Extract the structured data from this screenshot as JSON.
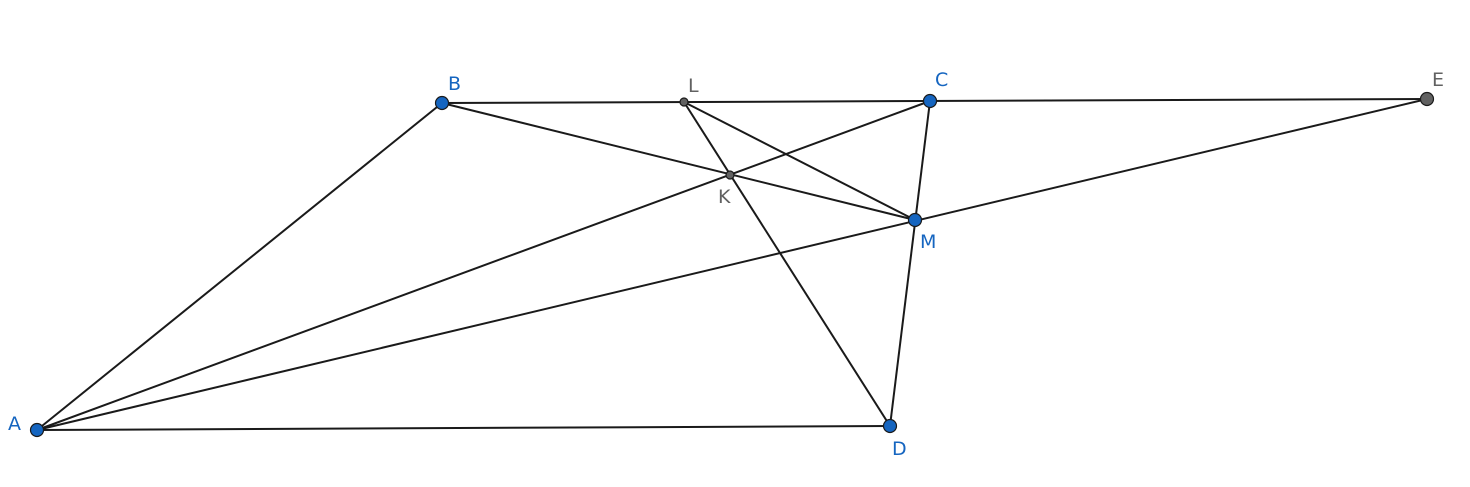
{
  "colors": {
    "free_point": "#1565c0",
    "dependent_point": "#616161",
    "segment": "#1a1a1a"
  },
  "points": {
    "A": {
      "label": "A"
    },
    "B": {
      "label": "B"
    },
    "C": {
      "label": "C"
    },
    "D": {
      "label": "D"
    },
    "E": {
      "label": "E"
    },
    "L": {
      "label": "L"
    },
    "K": {
      "label": "K"
    },
    "M": {
      "label": "M"
    }
  }
}
